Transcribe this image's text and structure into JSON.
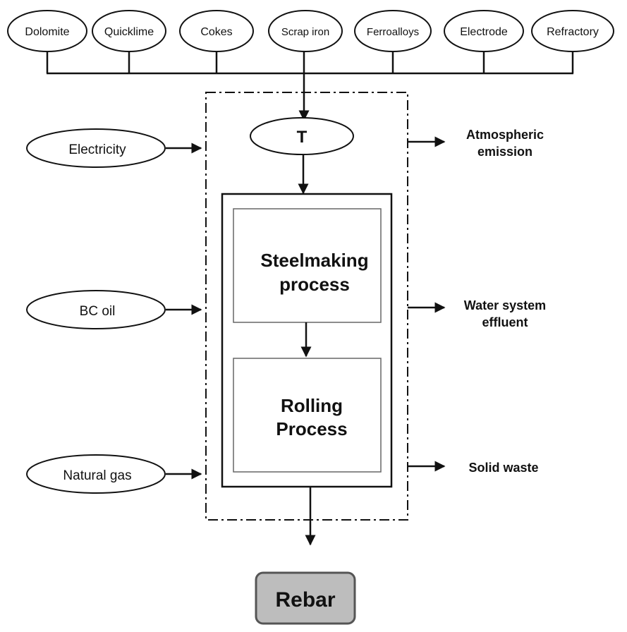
{
  "inputs_top": [
    "Dolomite",
    "Quicklime",
    "Cokes",
    "Scrap iron",
    "Ferroalloys",
    "Electrode",
    "Refractory"
  ],
  "inputs_left": [
    "Electricity",
    "BC oil",
    "Natural gas"
  ],
  "transport_node": "T",
  "process_steps": [
    {
      "line1": "Steelmaking",
      "line2": "process"
    },
    {
      "line1": "Rolling",
      "line2": "Process"
    }
  ],
  "outputs_right": [
    {
      "line1": "Atmospheric",
      "line2": "emission"
    },
    {
      "line1": "Water system",
      "line2": "effluent"
    },
    {
      "line1": "Solid waste",
      "line2": ""
    }
  ],
  "product": "Rebar",
  "colors": {
    "product_fill": "#bdbdbd",
    "stroke": "#111111"
  }
}
